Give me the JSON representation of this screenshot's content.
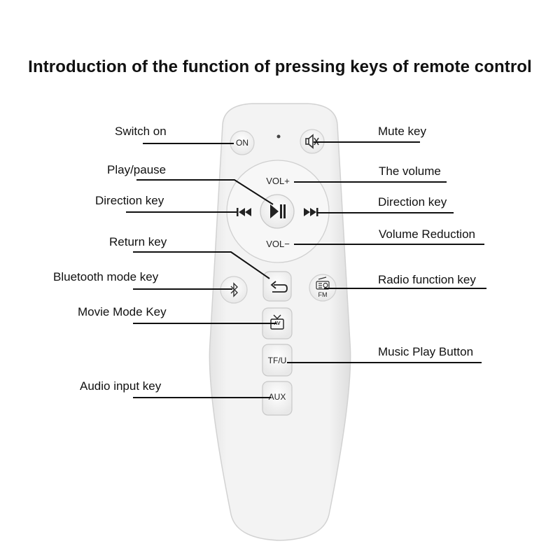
{
  "title": "Introduction of the function of pressing keys of remote control",
  "labels_left": {
    "switch_on": "Switch on",
    "play_pause": "Play/pause",
    "direction_left": "Direction key",
    "return_key": "Return key",
    "bluetooth": "Bluetooth mode key",
    "movie_mode": "Movie Mode Key",
    "audio_input": "Audio input key"
  },
  "labels_right": {
    "mute": "Mute key",
    "volume_up": "The volume",
    "direction_right": "Direction key",
    "volume_down": "Volume Reduction",
    "radio": "Radio function key",
    "music_play": "Music Play Button"
  },
  "buttons": {
    "on": "ON",
    "vol_plus": "VOL+",
    "vol_minus": "VOL−",
    "fm": "FM",
    "av": "AV",
    "tfu": "TF/U",
    "aux": "AUX"
  },
  "icons": {
    "mute": "speaker-mute-icon",
    "play_pause": "play-pause-icon",
    "prev": "previous-track-icon",
    "next": "next-track-icon",
    "return": "return-arrow-icon",
    "bluetooth": "bluetooth-icon",
    "radio": "radio-icon",
    "tv": "tv-icon"
  },
  "colors": {
    "remote_body": "#f2f2f2",
    "text": "#111111"
  }
}
